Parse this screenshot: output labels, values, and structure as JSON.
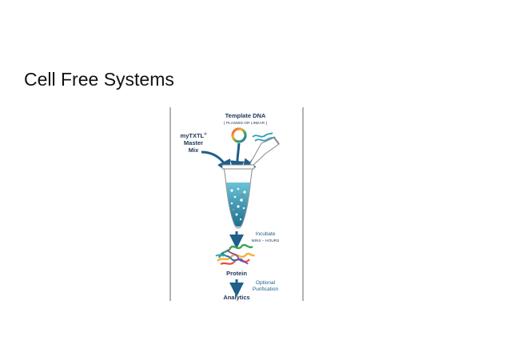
{
  "slide": {
    "title": "Cell Free Systems"
  },
  "diagram": {
    "template_dna_title": "Template DNA",
    "template_dna_sub": "[ PLASMID OR LINEAR ]",
    "master_mix_line1": "myTXTL",
    "master_mix_reg": "®",
    "master_mix_line2": "Master",
    "master_mix_line3": "Mix",
    "incubate_title": "Incubate",
    "incubate_sub": "MINS – HOURS",
    "protein_label": "Protein",
    "optional_line1": "Optional",
    "optional_line2": "Purification",
    "analytics_label": "Analytics"
  },
  "colors": {
    "primary_text": "#1d3557",
    "accent_teal": "#2f9fb6",
    "arrow_blue": "#1f5f8a",
    "frame_gray": "#9a9a9a"
  }
}
